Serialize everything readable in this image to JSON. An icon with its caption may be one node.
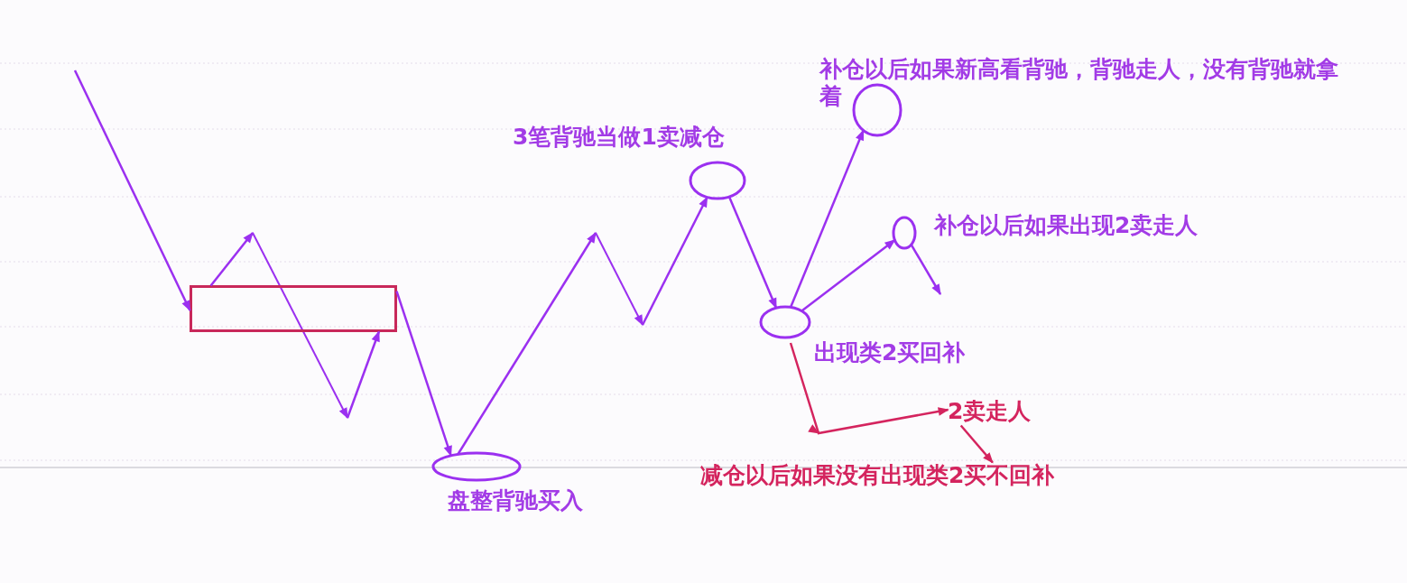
{
  "diagram": {
    "nodes": [
      {
        "text": [],
        "shape": "circle",
        "beside": [
          "补仓以后如果新高看背驰，背驰走人，没有背驰就拿着"
        ]
      },
      {
        "text": [],
        "shape": "ellipse",
        "beside": [
          "3笔背驰当做1卖减仓"
        ]
      },
      {
        "text": [],
        "shape": "ellipse",
        "beside": [
          "补仓以后如果出现2卖走人"
        ]
      },
      {
        "text": [],
        "shape": "box"
      },
      {
        "text": [],
        "shape": "ellipse",
        "beside": [
          "出现类2买回补"
        ]
      },
      {
        "text": [
          "2卖走人"
        ]
      },
      {
        "text": [],
        "shape": "ellipse",
        "beside": [
          "盘整背驰买入"
        ]
      },
      {
        "text": [
          "减仓以后如果没有出现类2买不回补"
        ]
      }
    ],
    "edges": [
      {
        "from": null,
        "to": 3,
        "arrow": "to"
      },
      {
        "from": 3,
        "to": null,
        "arrow": "to"
      },
      {
        "from": null,
        "to": 3,
        "arrow": "to"
      },
      {
        "from": 3,
        "to": 6,
        "arrow": "to"
      },
      {
        "from": 6,
        "to": null,
        "arrow": "to"
      },
      {
        "from": null,
        "to": 1,
        "arrow": "to"
      },
      {
        "from": 1,
        "to": 4,
        "arrow": "to"
      },
      {
        "from": 4,
        "to": 0,
        "arrow": "to"
      },
      {
        "from": 4,
        "to": 2,
        "arrow": "to"
      },
      {
        "from": 2,
        "to": null,
        "arrow": "to"
      },
      {
        "from": 4,
        "to": 5,
        "arrow": "to",
        "color": "#d4245e"
      },
      {
        "from": 5,
        "to": 7,
        "arrow": "to",
        "color": "#d4245e"
      }
    ]
  }
}
